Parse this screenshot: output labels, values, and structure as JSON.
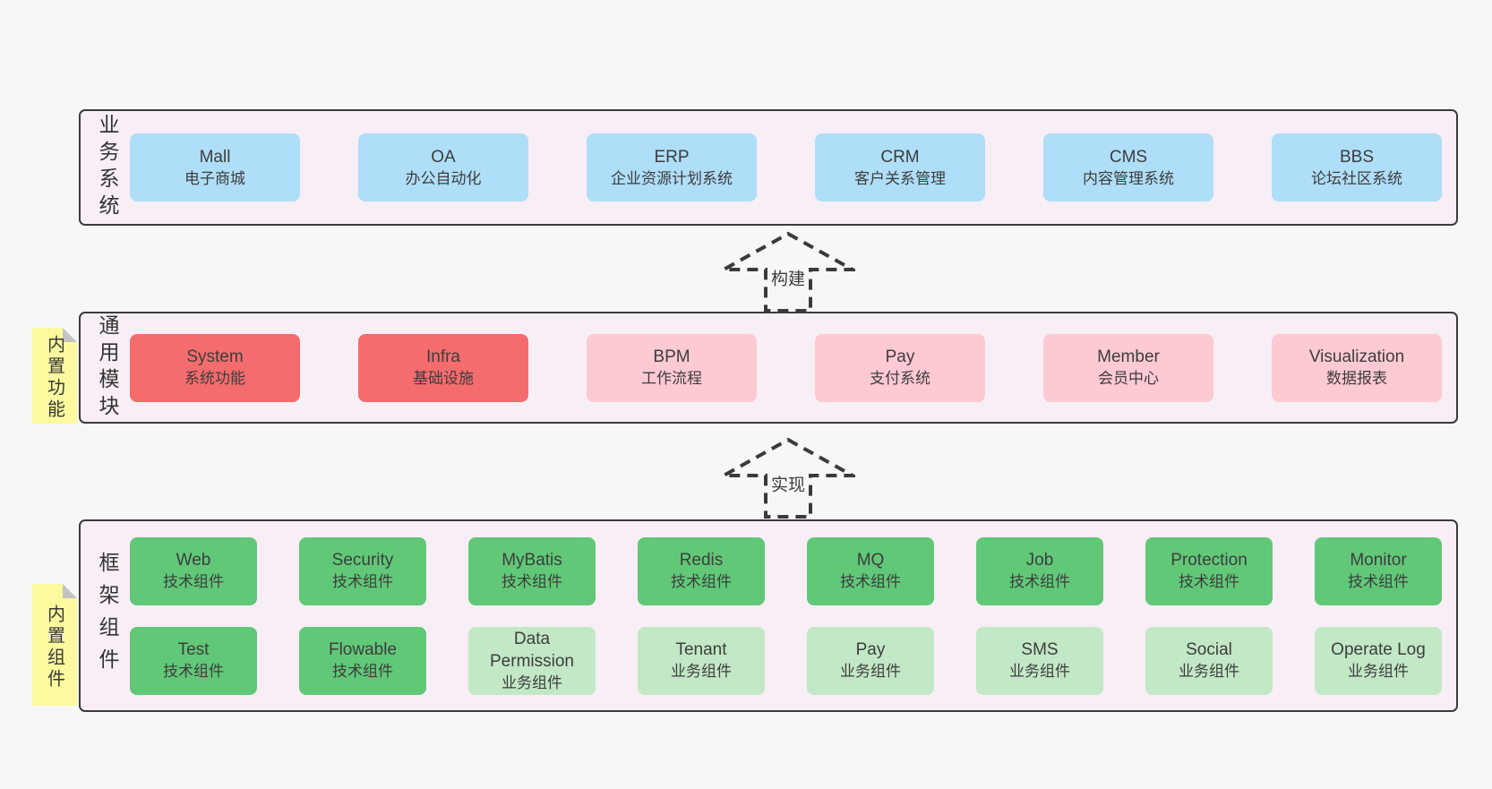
{
  "colors": {
    "page-bg": "#f7f7f7",
    "band-bg": "#f8eef6",
    "band-border": "#3b3b3b",
    "node-blue": "#afdef8",
    "node-red": "#f56c6e",
    "node-pink": "#fdc9d3",
    "node-green": "#61c878",
    "node-green-light": "#c2e8c6",
    "sticky-yellow": "#fbfa9e",
    "fold-gray": "#c3c3c3",
    "arrow": "#3a3a3a",
    "text": "#3d3d3d"
  },
  "bands": [
    {
      "label": "业务系统",
      "sticky": null,
      "rows": [
        [
          {
            "en": "Mall",
            "zh": "电子商城",
            "c": "blue"
          },
          {
            "en": "OA",
            "zh": "办公自动化",
            "c": "blue"
          },
          {
            "en": "ERP",
            "zh": "企业资源计划系统",
            "c": "blue"
          },
          {
            "en": "CRM",
            "zh": "客户关系管理",
            "c": "blue"
          },
          {
            "en": "CMS",
            "zh": "内容管理系统",
            "c": "blue"
          },
          {
            "en": "BBS",
            "zh": "论坛社区系统",
            "c": "blue"
          }
        ]
      ]
    },
    {
      "label": "通用模块",
      "sticky": "内置功能",
      "rows": [
        [
          {
            "en": "System",
            "zh": "系统功能",
            "c": "red"
          },
          {
            "en": "Infra",
            "zh": "基础设施",
            "c": "red"
          },
          {
            "en": "BPM",
            "zh": "工作流程",
            "c": "pink"
          },
          {
            "en": "Pay",
            "zh": "支付系统",
            "c": "pink"
          },
          {
            "en": "Member",
            "zh": "会员中心",
            "c": "pink"
          },
          {
            "en": "Visualization",
            "zh": "数据报表",
            "c": "pink"
          }
        ]
      ]
    },
    {
      "label": "框架组件",
      "sticky": "内置组件",
      "rows": [
        [
          {
            "en": "Web",
            "zh": "技术组件",
            "c": "green"
          },
          {
            "en": "Security",
            "zh": "技术组件",
            "c": "green"
          },
          {
            "en": "MyBatis",
            "zh": "技术组件",
            "c": "green"
          },
          {
            "en": "Redis",
            "zh": "技术组件",
            "c": "green"
          },
          {
            "en": "MQ",
            "zh": "技术组件",
            "c": "green"
          },
          {
            "en": "Job",
            "zh": "技术组件",
            "c": "green"
          },
          {
            "en": "Protection",
            "zh": "技术组件",
            "c": "green"
          },
          {
            "en": "Monitor",
            "zh": "技术组件",
            "c": "green"
          }
        ],
        [
          {
            "en": "Test",
            "zh": "技术组件",
            "c": "green"
          },
          {
            "en": "Flowable",
            "zh": "技术组件",
            "c": "green"
          },
          {
            "en": "Data Permission",
            "zh": "业务组件",
            "c": "green-light"
          },
          {
            "en": "Tenant",
            "zh": "业务组件",
            "c": "green-light"
          },
          {
            "en": "Pay",
            "zh": "业务组件",
            "c": "green-light"
          },
          {
            "en": "SMS",
            "zh": "业务组件",
            "c": "green-light"
          },
          {
            "en": "Social",
            "zh": "业务组件",
            "c": "green-light"
          },
          {
            "en": "Operate Log",
            "zh": "业务组件",
            "c": "green-light"
          }
        ]
      ]
    }
  ],
  "arrows": [
    {
      "label": "构建"
    },
    {
      "label": "实现"
    }
  ]
}
